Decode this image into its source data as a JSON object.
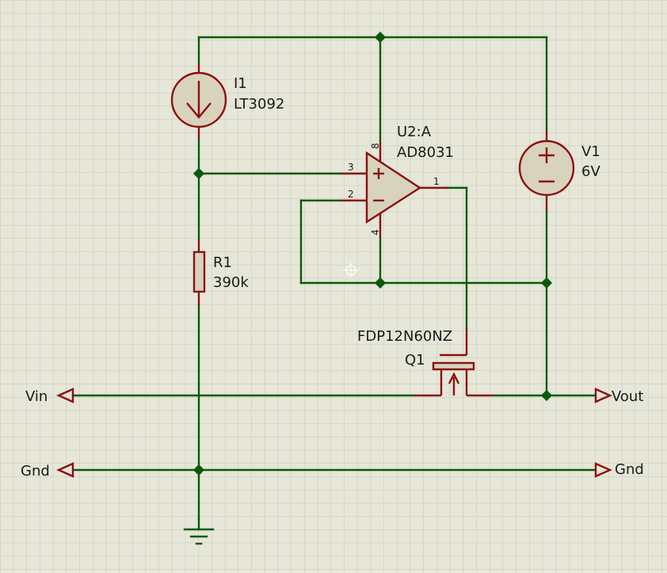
{
  "components": {
    "i1": {
      "ref": "I1",
      "value": "LT3092"
    },
    "r1": {
      "ref": "R1",
      "value": "390k"
    },
    "u2": {
      "ref": "U2:A",
      "value": "AD8031",
      "pins": {
        "plus": "3",
        "minus": "2",
        "out": "1",
        "vpos": "8",
        "vneg": "4"
      }
    },
    "v1": {
      "ref": "V1",
      "value": "6V"
    },
    "q1": {
      "ref": "Q1",
      "value": "FDP12N60NZ"
    }
  },
  "terminals": {
    "vin": "Vin",
    "vout": "Vout",
    "gnd_left": "Gnd",
    "gnd_right": "Gnd"
  },
  "colors": {
    "background": "#e6e6d9",
    "grid": "#c8c8b8",
    "wire": "#0a5a0a",
    "component": "#8b1010",
    "component_fill": "#d8d3bd"
  }
}
